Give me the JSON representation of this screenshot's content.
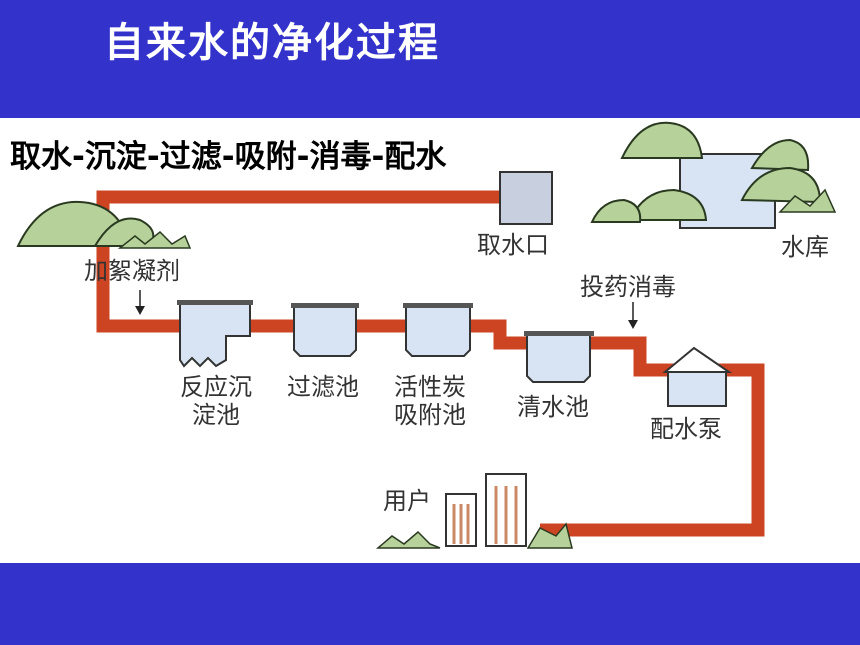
{
  "title": "自来水的净化过程",
  "steps": "取水-沉淀-过滤-吸附-消毒-配水",
  "labels": {
    "intake": "取水口",
    "reservoir": "水库",
    "coagulant": "加絮凝剂",
    "disinfect": "投药消毒",
    "reaction_line1": "反应沉",
    "reaction_line2": "淀池",
    "filter": "过滤池",
    "carbon_line1": "活性炭",
    "carbon_line2": "吸附池",
    "clear_water": "清水池",
    "pump": "配水泵",
    "users": "用户"
  },
  "colors": {
    "band": "#3333cc",
    "pipe": "#cc4422",
    "tank_water": "#d8e4f4",
    "hill": "#b6d19a",
    "intake_box": "#c8d0e0"
  }
}
